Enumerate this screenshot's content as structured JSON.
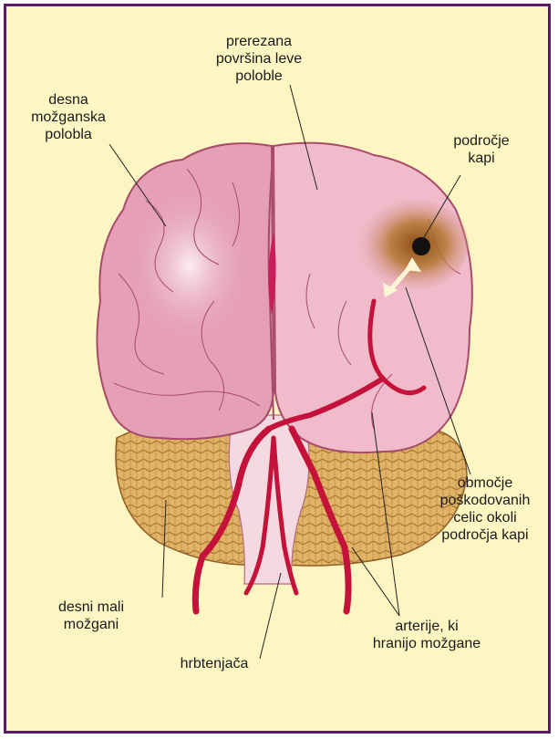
{
  "colors": {
    "frame_border": "#5b1d6b",
    "background": "#fdf6c3",
    "brain_tissue": "#e8a6b8",
    "cut_surface": "#f2c3cf",
    "artery": "#c4123a",
    "cerebellum": "#dcae62",
    "stroke_zone": "#b0722f",
    "stroke_point": "#111111"
  },
  "labels": {
    "cut_surface": [
      "prerezana",
      "površina leve",
      "poloble"
    ],
    "right_hemisphere": [
      "desna",
      "možganska",
      "polobla"
    ],
    "stroke_area": [
      "področje",
      "kapi"
    ],
    "damaged_cells": [
      "območje",
      "poškodovanih",
      "celic okoli",
      "področja kapi"
    ],
    "right_cerebellum": [
      "desni mali",
      "možgani"
    ],
    "spinal_cord": [
      "hrbtenjača"
    ],
    "arteries": [
      "arterije, ki",
      "hranijo možgane"
    ]
  }
}
